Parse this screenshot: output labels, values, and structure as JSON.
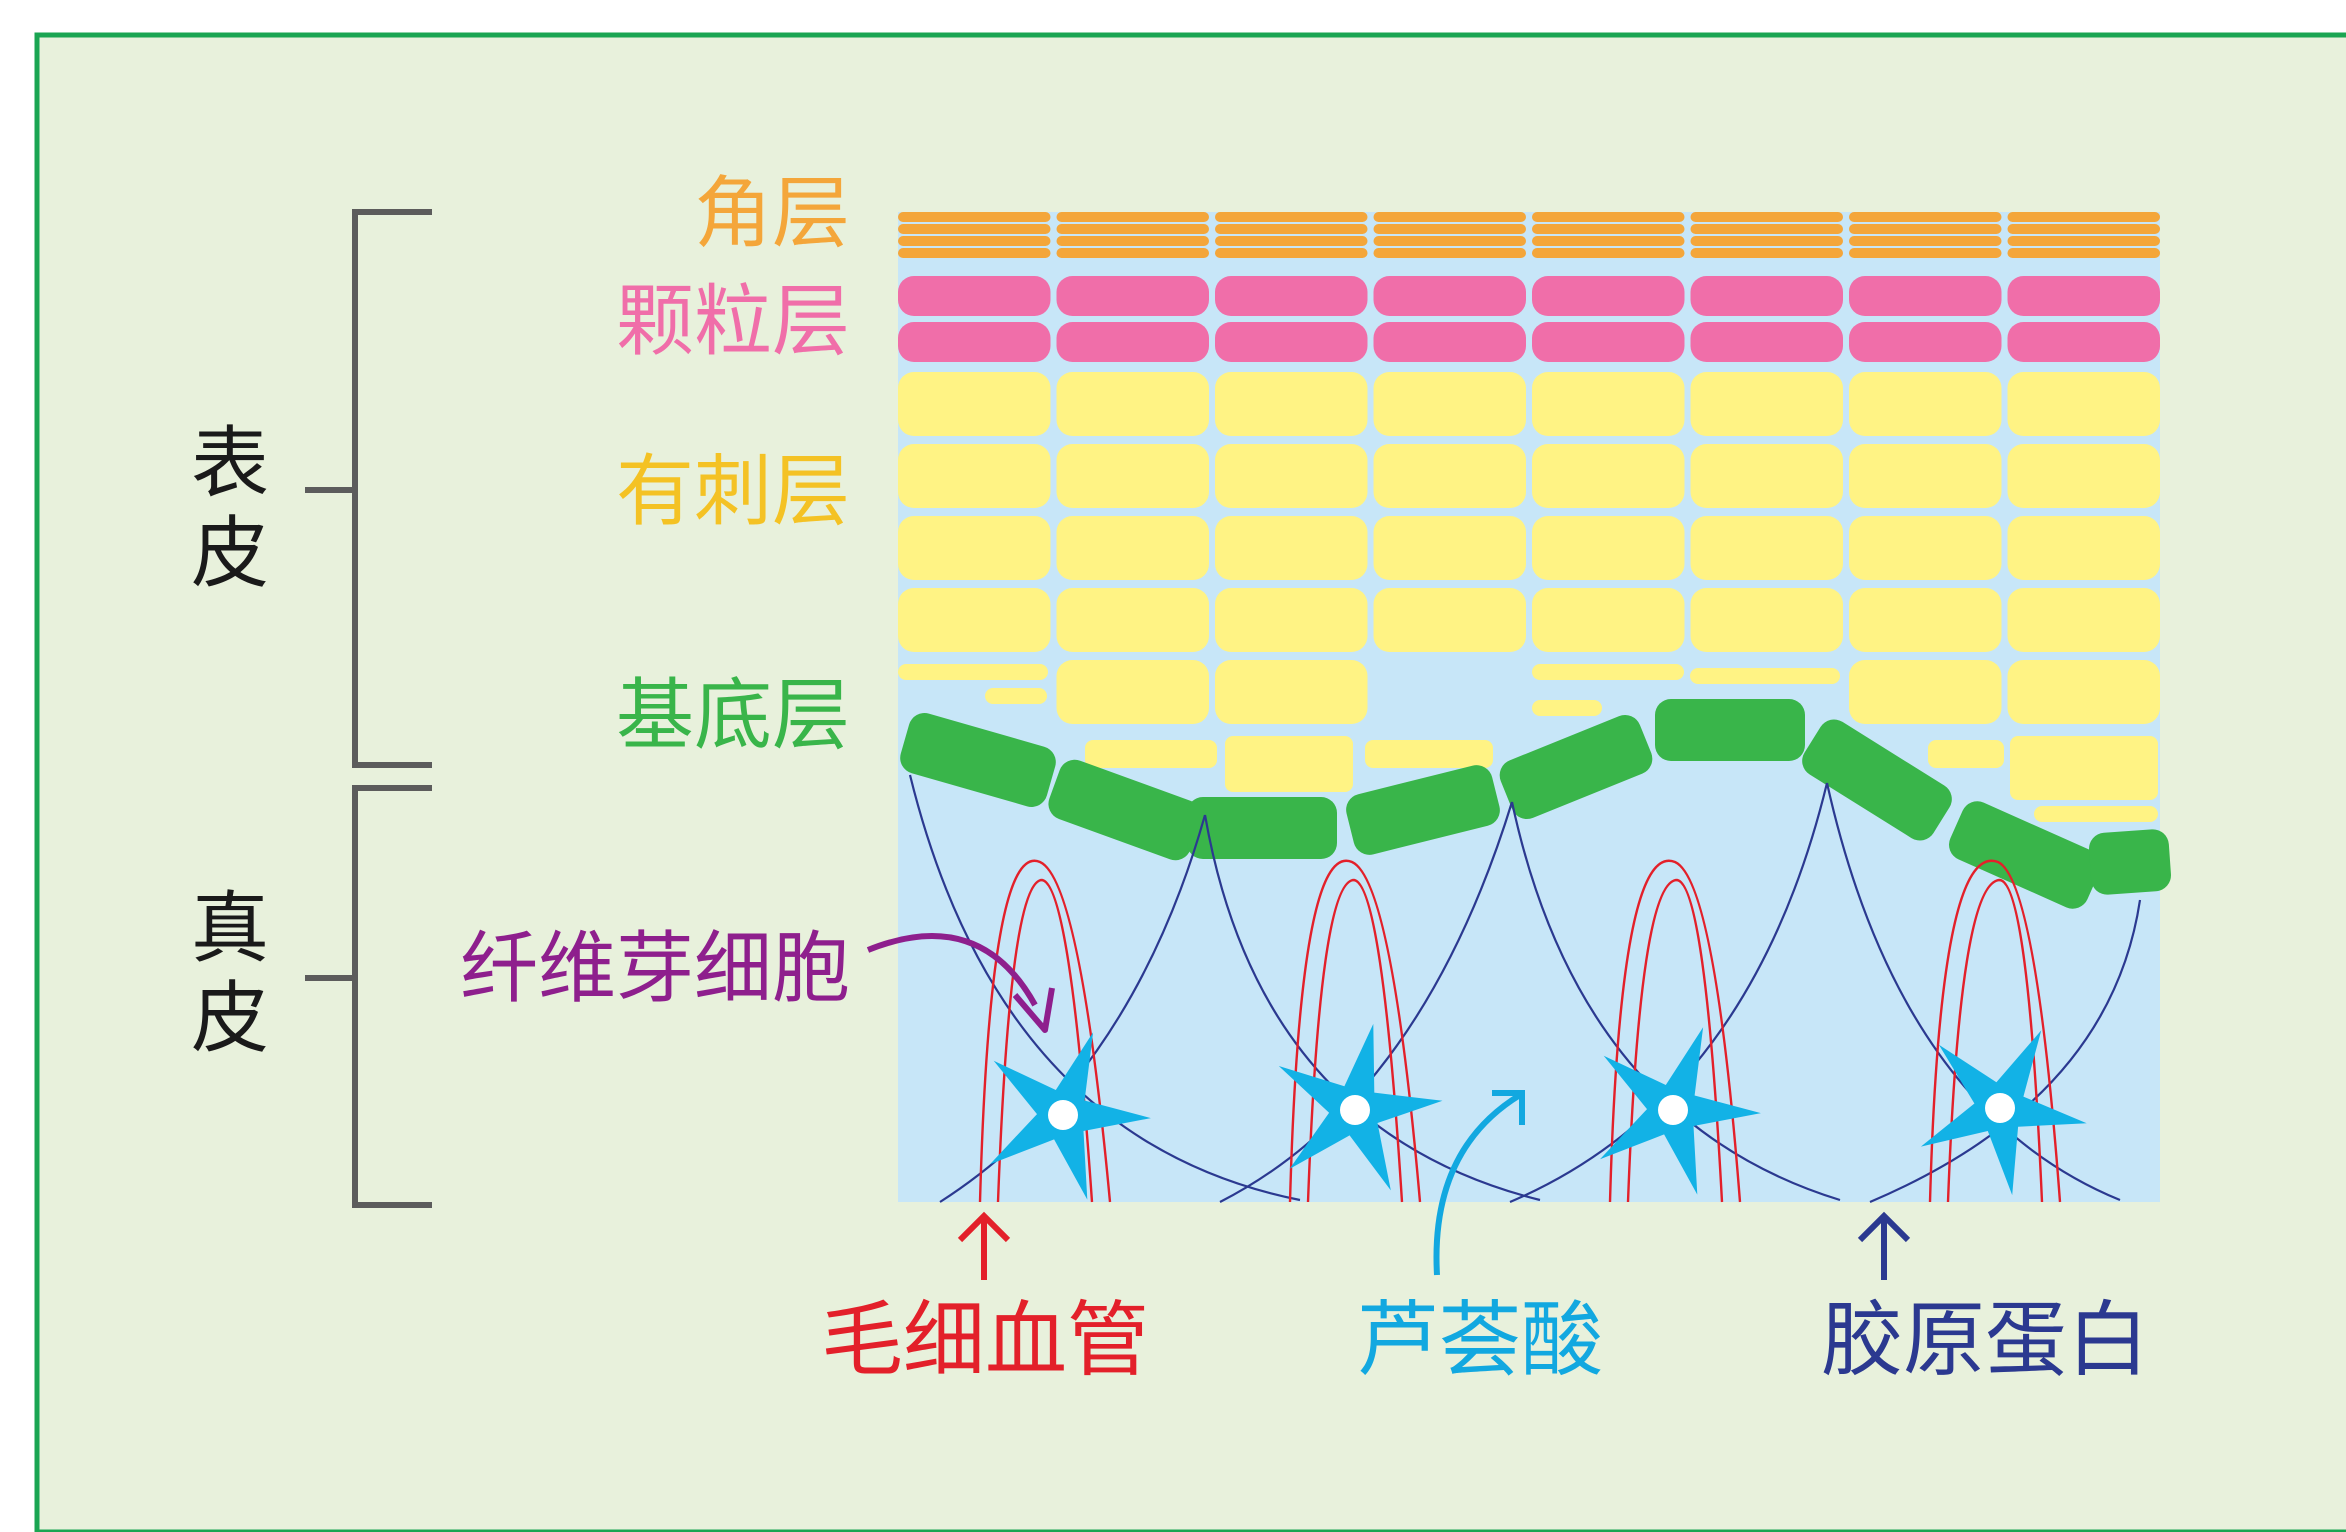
{
  "colors": {
    "page_bg": "#ffffff",
    "panel_bg": "#e8f1dc",
    "panel_border": "#1aa552",
    "bracket": "#5c5c5c",
    "dermis_bg": "#c7e6f8",
    "stratum_corneum": "#f4a63a",
    "stratum_granulosum": "#f06ea9",
    "stratum_spinosum": "#fff384",
    "stratum_basale": "#39b54a",
    "capillary": "#e3202a",
    "collagen": "#2b3990",
    "fibroblast": "#12b2e6",
    "aloesin": "#12a8e0",
    "fibroblast_label": "#8e1f8d",
    "main_label": "#1a1a1a"
  },
  "labels": {
    "epidermis": "表皮",
    "dermis": "真皮",
    "stratum_corneum": "角层",
    "stratum_granulosum": "颗粒层",
    "stratum_spinosum": "有刺层",
    "stratum_basale": "基底层",
    "fibroblast": "纤维芽细胞",
    "capillary": "毛细血管",
    "aloesin": "芦荟酸",
    "collagen": "胶原蛋白"
  },
  "icons": {
    "fibroblast": "star-cell-icon",
    "arrow": "arrow-up-icon"
  }
}
